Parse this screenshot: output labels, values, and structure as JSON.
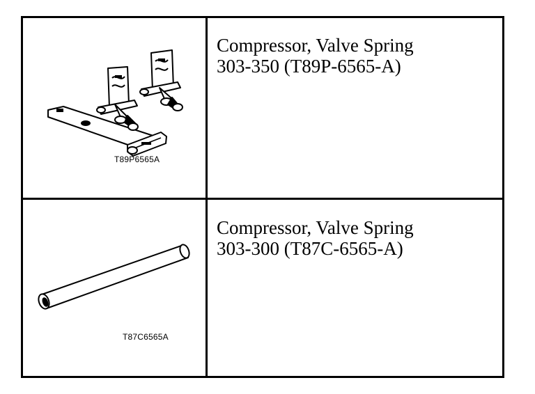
{
  "rows": [
    {
      "illustration_icon": "valve-spring-compressor-plates-icon",
      "part_code": "T89P6565A",
      "name": "Compressor, Valve Spring",
      "number": "303-350 (T89P-6565-A)"
    },
    {
      "illustration_icon": "valve-spring-compressor-rod-icon",
      "part_code": "T87C6565A",
      "name": "Compressor, Valve Spring",
      "number": "303-300 (T87C-6565-A)"
    }
  ]
}
